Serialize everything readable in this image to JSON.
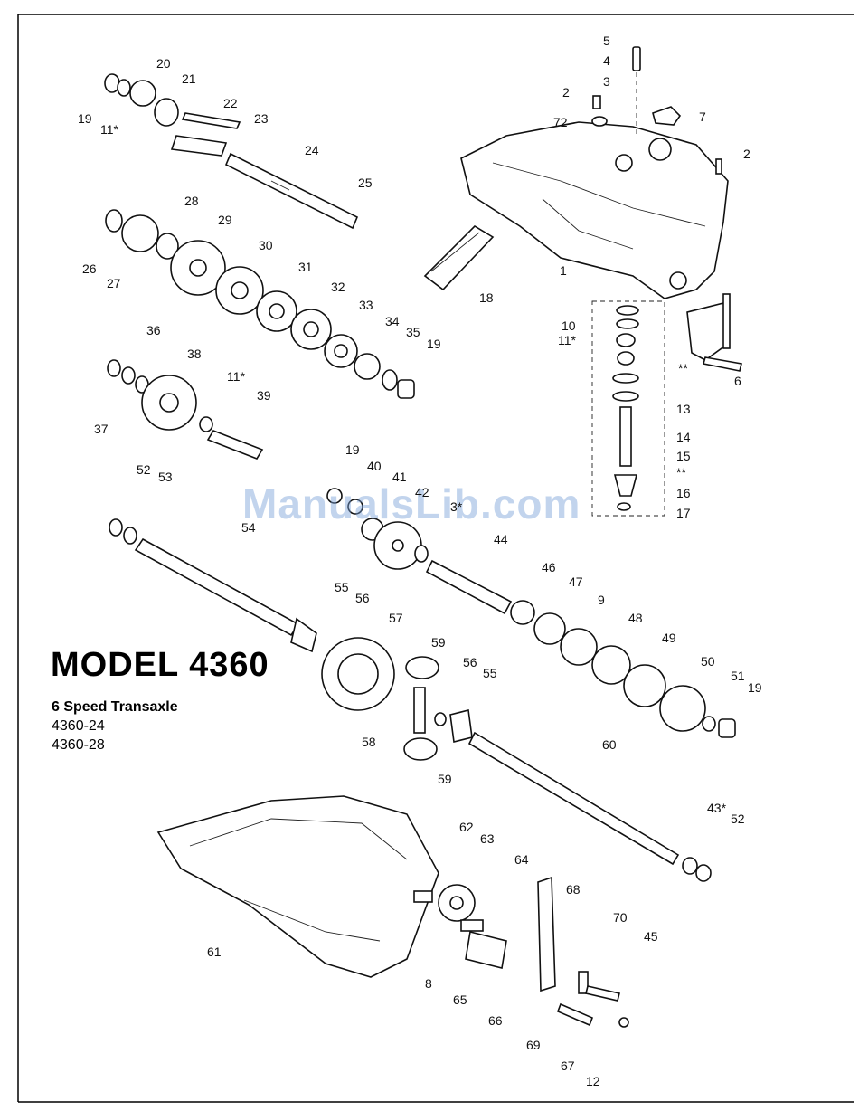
{
  "model": {
    "title": "MODEL 4360",
    "subtitle": "6 Speed Transaxle",
    "variants": [
      "4360-24",
      "4360-28"
    ]
  },
  "watermark": "ManualsLib.com",
  "callouts": {
    "c5": "5",
    "c4": "4",
    "c3": "3",
    "c2a": "2",
    "c72": "72",
    "c7": "7",
    "c2b": "2",
    "c1": "1",
    "c20": "20",
    "c21": "21",
    "c19a": "19",
    "c11a": "11*",
    "c22": "22",
    "c23": "23",
    "c24": "24",
    "c25": "25",
    "c28": "28",
    "c29": "29",
    "c26": "26",
    "c27": "27",
    "c30": "30",
    "c31": "31",
    "c32": "32",
    "c33": "33",
    "c34": "34",
    "c35": "35",
    "c19b": "19",
    "c18": "18",
    "c36": "36",
    "c38": "38",
    "c11b": "11*",
    "c39": "39",
    "c37": "37",
    "c10": "10",
    "c11c": "11*",
    "c6": "6",
    "c13": "13",
    "c14": "14",
    "c15": "15",
    "c16": "16",
    "c17": "17",
    "cstar1": "**",
    "cstar2": "**",
    "c19c": "19",
    "c40": "40",
    "c41": "41",
    "c42": "42",
    "c3s": "3*",
    "c52a": "52",
    "c53": "53",
    "c54": "54",
    "c44": "44",
    "c46": "46",
    "c47": "47",
    "c9": "9",
    "c55a": "55",
    "c56a": "56",
    "c57": "57",
    "c48": "48",
    "c49": "49",
    "c59a": "59",
    "c56b": "56",
    "c55b": "55",
    "c50": "50",
    "c51": "51",
    "c19d": "19",
    "c58": "58",
    "c60": "60",
    "c59b": "59",
    "c43": "43*",
    "c52b": "52",
    "c62": "62",
    "c63": "63",
    "c64": "64",
    "c68": "68",
    "c70": "70",
    "c45": "45",
    "c61": "61",
    "c8": "8",
    "c65": "65",
    "c66": "66",
    "c69": "69",
    "c67": "67",
    "c12": "12"
  },
  "colors": {
    "ink": "#111111",
    "paper": "#ffffff",
    "watermark": "#78a0d7"
  }
}
